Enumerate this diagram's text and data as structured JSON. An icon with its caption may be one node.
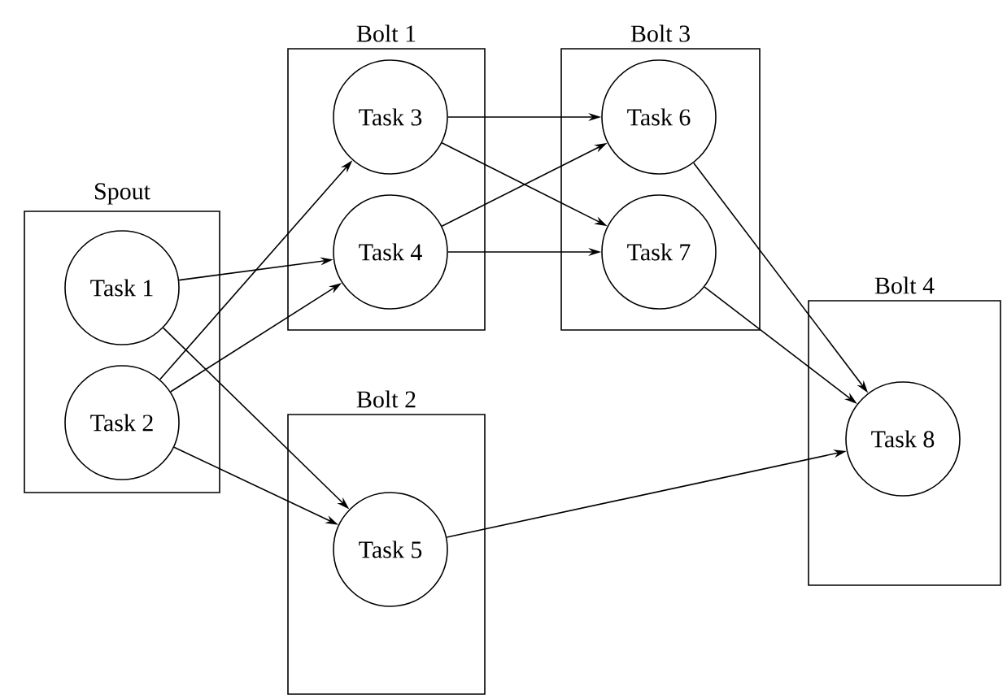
{
  "diagram": {
    "nodes": [
      {
        "text": [
          "Spout"
        ]
      },
      {
        "text": [
          "Task 1"
        ],
        "in": 0
      },
      {
        "text": [
          "Task 2"
        ],
        "in": 0
      },
      {
        "text": [
          "Bolt 1"
        ]
      },
      {
        "text": [
          "Task 3"
        ],
        "in": 3
      },
      {
        "text": [
          "Task 4"
        ],
        "in": 3
      },
      {
        "text": [
          "Bolt 2"
        ]
      },
      {
        "text": [
          "Task 5"
        ],
        "in": 6
      },
      {
        "text": [
          "Bolt 3"
        ]
      },
      {
        "text": [
          "Task 6"
        ],
        "in": 8
      },
      {
        "text": [
          "Task 7"
        ],
        "in": 8
      },
      {
        "text": [
          "Bolt 4"
        ]
      },
      {
        "text": [
          "Task 8"
        ],
        "in": 11
      }
    ],
    "edges": [
      {
        "from": 1,
        "to": 5,
        "arrow": "to"
      },
      {
        "from": 1,
        "to": 7,
        "arrow": "to"
      },
      {
        "from": 2,
        "to": 4,
        "arrow": "to"
      },
      {
        "from": 2,
        "to": 5,
        "arrow": "to"
      },
      {
        "from": 2,
        "to": 7,
        "arrow": "to"
      },
      {
        "from": 4,
        "to": 9,
        "arrow": "to"
      },
      {
        "from": 4,
        "to": 10,
        "arrow": "to"
      },
      {
        "from": 5,
        "to": 9,
        "arrow": "to"
      },
      {
        "from": 5,
        "to": 10,
        "arrow": "to"
      },
      {
        "from": 7,
        "to": 12,
        "arrow": "to"
      },
      {
        "from": 9,
        "to": 12,
        "arrow": "to"
      },
      {
        "from": 10,
        "to": 12,
        "arrow": "to"
      }
    ]
  }
}
